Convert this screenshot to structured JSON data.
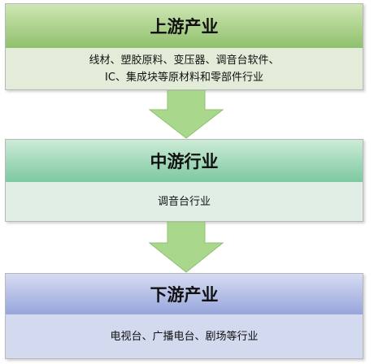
{
  "upstream": {
    "title": "上游产业",
    "lines": [
      "线材、塑胶原料、变压器、调音台软件、",
      "IC、集成块等原材料和零部件行业"
    ]
  },
  "midstream": {
    "title": "中游行业",
    "lines": [
      "调音台行业"
    ]
  },
  "downstream": {
    "title": "下游产业",
    "lines": [
      "电视台、广播电台、剧场等行业"
    ]
  },
  "colors": {
    "arrow_fill": "#a9d78c",
    "arrow_stroke": "#8fc070"
  }
}
